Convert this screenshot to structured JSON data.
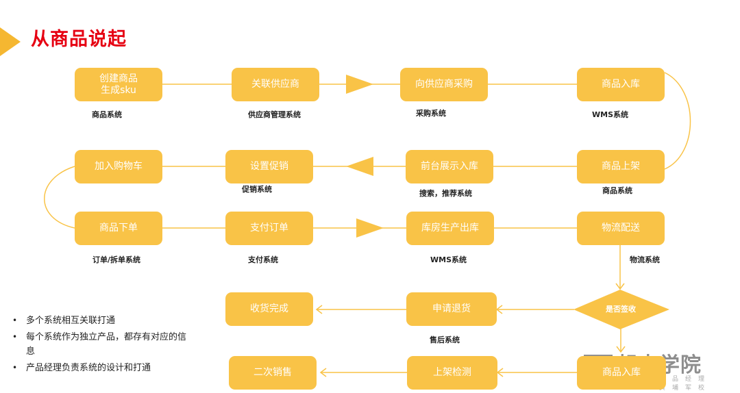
{
  "title": "从商品说起",
  "nodes": {
    "create_product": "创建商品\n生成sku",
    "link_supplier": "关联供应商",
    "purchase": "向供应商采购",
    "inbound_1": "商品入库",
    "shelve": "商品上架",
    "frontend_display": "前台展示入库",
    "set_promo": "设置促销",
    "add_cart": "加入购物车",
    "place_order": "商品下单",
    "pay_order": "支付订单",
    "warehouse_out": "库房生产出库",
    "logistics": "物流配送",
    "apply_return": "申请退货",
    "receive_done": "收货完成",
    "inbound_2": "商品入库",
    "shelf_inspect": "上架检测",
    "resale": "二次销售"
  },
  "decision": "是否签收",
  "systems": {
    "product_1": "商品系统",
    "supplier_mgmt": "供应商管理系统",
    "purchase": "采购系统",
    "wms_1": "WMS系统",
    "product_2": "商品系统",
    "search_rec": "搜索，推荐系统",
    "promo": "促销系统",
    "order_split": "订单/拆单系统",
    "payment": "支付系统",
    "wms_2": "WMS系统",
    "logistics": "物流系统",
    "after_sales": "售后系统"
  },
  "bullets": [
    "多个系统相互关联打通",
    "每个系统作为独立产品，都存有对应的信息",
    "产品经理负责系统的设计和打通"
  ],
  "watermark": {
    "main": "起点学院",
    "sub": "产品经理黄埔军校"
  },
  "colors": {
    "node_fill": "#F9C347",
    "line": "#F9C347",
    "title": "#E60012",
    "title_arrow": "#F5B731"
  }
}
